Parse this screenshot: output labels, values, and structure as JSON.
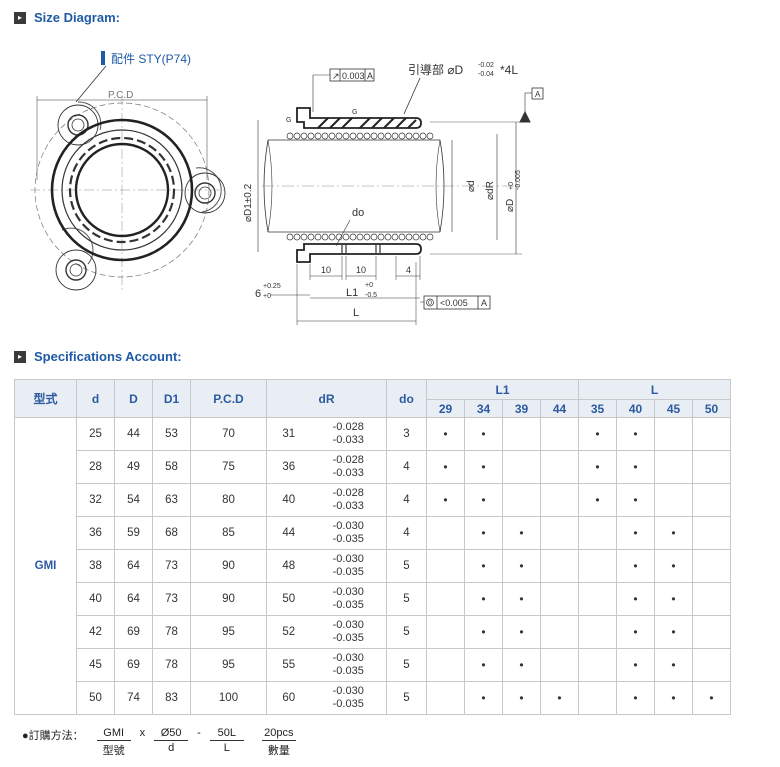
{
  "headings": {
    "size_diagram": "Size Diagram:",
    "specifications": "Specifications Account:"
  },
  "diagram": {
    "part_ref": "配件 STY(P74)",
    "pcd": "P.C.D",
    "tolerance_box": "0.003",
    "datum": "A",
    "guide_label": "引導部 ⌀D",
    "guide_tol_top": "-0.02",
    "guide_tol_bot": "-0.04",
    "guide_suffix": "*4L",
    "g_label": "G",
    "d1": "⌀D1±0.2",
    "d": "⌀d",
    "dr": "⌀dR",
    "dtol": "⌀D",
    "dtol_top": "+0",
    "dtol_bot": "-0.005",
    "do": "do",
    "dim10a": "10",
    "dim10b": "10",
    "dim4": "4",
    "dim6": "6",
    "dim6_top": "+0.25",
    "dim6_bot": "+0",
    "l1": "L1",
    "l1_top": "+0",
    "l1_bot": "-0.5",
    "l": "L",
    "flat_box": "<0.005",
    "flat_datum": "A"
  },
  "table": {
    "headers": {
      "model": "型式",
      "d": "d",
      "D": "D",
      "D1": "D1",
      "pcd": "P.C.D",
      "dR": "dR",
      "do": "do",
      "L1": "L1",
      "L": "L"
    },
    "l1_cols": [
      "29",
      "34",
      "39",
      "44"
    ],
    "l_cols": [
      "35",
      "40",
      "45",
      "50"
    ],
    "model": "GMI",
    "mark": "•",
    "rows": [
      {
        "d": "25",
        "D": "44",
        "D1": "53",
        "pcd": "70",
        "dR": "31",
        "tol_top": "-0.028",
        "tol_bot": "-0.033",
        "do": "3",
        "l1": [
          true,
          true,
          false,
          false
        ],
        "l": [
          true,
          true,
          false,
          false
        ]
      },
      {
        "d": "28",
        "D": "49",
        "D1": "58",
        "pcd": "75",
        "dR": "36",
        "tol_top": "-0.028",
        "tol_bot": "-0.033",
        "do": "4",
        "l1": [
          true,
          true,
          false,
          false
        ],
        "l": [
          true,
          true,
          false,
          false
        ]
      },
      {
        "d": "32",
        "D": "54",
        "D1": "63",
        "pcd": "80",
        "dR": "40",
        "tol_top": "-0.028",
        "tol_bot": "-0.033",
        "do": "4",
        "l1": [
          true,
          true,
          false,
          false
        ],
        "l": [
          true,
          true,
          false,
          false
        ]
      },
      {
        "d": "36",
        "D": "59",
        "D1": "68",
        "pcd": "85",
        "dR": "44",
        "tol_top": "-0.030",
        "tol_bot": "-0.035",
        "do": "4",
        "l1": [
          false,
          true,
          true,
          false
        ],
        "l": [
          false,
          true,
          true,
          false
        ]
      },
      {
        "d": "38",
        "D": "64",
        "D1": "73",
        "pcd": "90",
        "dR": "48",
        "tol_top": "-0.030",
        "tol_bot": "-0.035",
        "do": "5",
        "l1": [
          false,
          true,
          true,
          false
        ],
        "l": [
          false,
          true,
          true,
          false
        ]
      },
      {
        "d": "40",
        "D": "64",
        "D1": "73",
        "pcd": "90",
        "dR": "50",
        "tol_top": "-0.030",
        "tol_bot": "-0.035",
        "do": "5",
        "l1": [
          false,
          true,
          true,
          false
        ],
        "l": [
          false,
          true,
          true,
          false
        ]
      },
      {
        "d": "42",
        "D": "69",
        "D1": "78",
        "pcd": "95",
        "dR": "52",
        "tol_top": "-0.030",
        "tol_bot": "-0.035",
        "do": "5",
        "l1": [
          false,
          true,
          true,
          false
        ],
        "l": [
          false,
          true,
          true,
          false
        ]
      },
      {
        "d": "45",
        "D": "69",
        "D1": "78",
        "pcd": "95",
        "dR": "55",
        "tol_top": "-0.030",
        "tol_bot": "-0.035",
        "do": "5",
        "l1": [
          false,
          true,
          true,
          false
        ],
        "l": [
          false,
          true,
          true,
          false
        ]
      },
      {
        "d": "50",
        "D": "74",
        "D1": "83",
        "pcd": "100",
        "dR": "60",
        "tol_top": "-0.030",
        "tol_bot": "-0.035",
        "do": "5",
        "l1": [
          false,
          true,
          true,
          true
        ],
        "l": [
          false,
          true,
          true,
          true
        ]
      }
    ]
  },
  "order": {
    "label": "●訂購方法：",
    "items": [
      {
        "top": "GMI",
        "bottom": "型號"
      },
      {
        "top": "Ø50",
        "bottom": "d"
      },
      {
        "top": "50L",
        "bottom": "L"
      },
      {
        "top": "20pcs",
        "bottom": "數量"
      }
    ],
    "seps": [
      "",
      "x",
      "-"
    ]
  }
}
